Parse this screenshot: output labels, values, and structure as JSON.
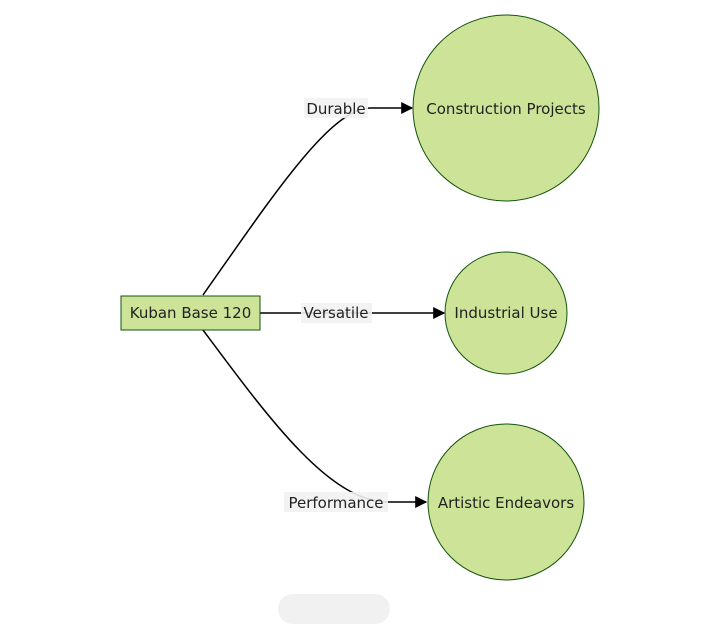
{
  "colors": {
    "node_fill": "#cde498",
    "node_stroke": "#13540c",
    "edge_stroke": "#000000",
    "label_bg": "#f2f2f2",
    "background": "#ffffff"
  },
  "diagram": {
    "source": {
      "label": "Kuban Base 120"
    },
    "targets": [
      {
        "label": "Construction Projects"
      },
      {
        "label": "Industrial Use"
      },
      {
        "label": "Artistic Endeavors"
      }
    ],
    "edges": [
      {
        "label": "Durable"
      },
      {
        "label": "Versatile"
      },
      {
        "label": "Performance"
      }
    ]
  }
}
